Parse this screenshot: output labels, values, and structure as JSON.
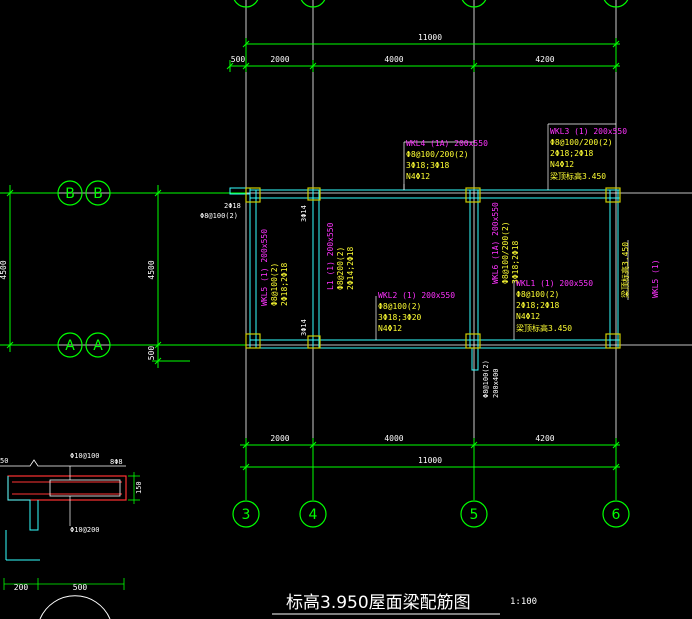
{
  "colors": {
    "background": "#000000",
    "grid": "#ffffff",
    "dimension": "#00ff00",
    "beam_outline": "#33ffff",
    "beam_label": "#ff33ff",
    "rebar_note": "#ffff33",
    "column": "#cccc00"
  },
  "top_dims": {
    "total": "11000",
    "edge": "500",
    "bay1": "2000",
    "bay2": "4000",
    "bay3": "4200"
  },
  "bottom_dims": {
    "bay1": "2000",
    "bay2": "4000",
    "bay3": "4200",
    "total": "11000"
  },
  "side_dims": {
    "left_span": "4500",
    "inner_span": "4500",
    "bottom_edge": "500"
  },
  "axis_labels": {
    "col_3": "3",
    "col_4": "4",
    "col_5": "5",
    "col_6": "6",
    "row_b1": "B",
    "row_b2": "B",
    "row_a1": "A",
    "row_a2": "A"
  },
  "beams": {
    "wkl4": {
      "name": "WKL4 (1A) 200x550",
      "l1": "Φ8@100/200(2)",
      "l2": "3Φ18;3Φ18",
      "l3": "N4Φ12"
    },
    "wkl3": {
      "name": "WKL3 (1) 200x550",
      "l1": "Φ8@100/200(2)",
      "l2": "2Φ18;2Φ18",
      "l3": "N4Φ12",
      "l4": "梁顶标高3.450"
    },
    "wkl2": {
      "name": "WKL2 (1) 200x550",
      "l1": "Φ8@100(2)",
      "l2": "3Φ18;3Φ20",
      "l3": "N4Φ12"
    },
    "wkl1": {
      "name": "WKL1 (1) 200x550",
      "l1": "Φ8@100(2)",
      "l2": "2Φ18;2Φ18",
      "l3": "N4Φ12",
      "l4": "梁顶标高3.450"
    },
    "wkl5": {
      "name": "WKL5 (1) 200x550",
      "l1": "Φ8@100(2)",
      "l2": "2Φ18;2Φ18"
    },
    "l1": {
      "name": "L1 (1) 200x550",
      "l1": "Φ8@200(2)",
      "l2": "2Φ14;2Φ18"
    },
    "wkl6": {
      "name": "WKL6 (1A) 200x550",
      "l1": "Φ8@100/200(2)",
      "l2": "3Φ18;2Φ18"
    },
    "wkl5_right": {
      "name": "WKL5 (1)",
      "note": "梁顶标高3.450"
    },
    "stub_top": {
      "l1": "2Φ18",
      "l2": "Φ8@100(2)"
    },
    "stub_bottom": {
      "l1": "Φ8@100(2)",
      "l2": "200x400"
    },
    "side_mark_upper": "3Φ14",
    "side_mark_lower": "3Φ14"
  },
  "detail": {
    "top_note": "Φ10@100",
    "right_note": "8Φ8",
    "bottom_note": "Φ10@200",
    "height": "150",
    "corner": "50",
    "dim_left": "200",
    "dim_right": "500"
  },
  "title": "标高3.950屋面梁配筋图",
  "scale": "1:100"
}
